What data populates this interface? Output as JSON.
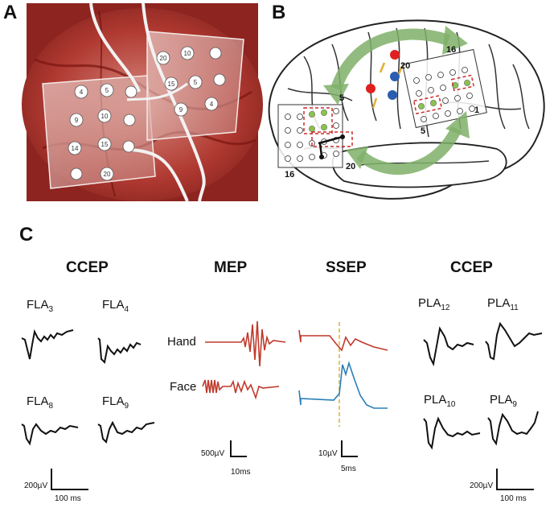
{
  "panels": {
    "a_label": "A",
    "b_label": "B",
    "c_label": "C"
  },
  "photo": {
    "electrode_numbers_left": [
      "4",
      "5",
      "9",
      "10",
      "14",
      "15",
      "20"
    ],
    "electrode_numbers_right": [
      "10",
      "20",
      "15",
      "5",
      "9",
      "4"
    ]
  },
  "brain": {
    "numbers": [
      "16",
      "20",
      "5",
      "1",
      "5",
      "20",
      "16"
    ]
  },
  "ccep_left": {
    "title": "CCEP",
    "labels": [
      {
        "base": "FLA",
        "sub": "3"
      },
      {
        "base": "FLA",
        "sub": "4"
      },
      {
        "base": "FLA",
        "sub": "8"
      },
      {
        "base": "FLA",
        "sub": "9"
      }
    ],
    "scale_amp": "200µV",
    "scale_time": "100 ms"
  },
  "mep": {
    "title": "MEP",
    "hand_label": "Hand",
    "face_label": "Face",
    "scale_amp": "500µV",
    "scale_time": "10ms"
  },
  "ssep": {
    "title": "SSEP",
    "scale_amp": "10µV",
    "scale_time": "5ms"
  },
  "ccep_right": {
    "title": "CCEP",
    "labels": [
      {
        "base": "PLA",
        "sub": "12"
      },
      {
        "base": "PLA",
        "sub": "11"
      },
      {
        "base": "PLA",
        "sub": "10"
      },
      {
        "base": "PLA",
        "sub": "9"
      }
    ],
    "scale_amp": "200µV",
    "scale_time": "100 ms"
  },
  "colors": {
    "mep_trace": "#c0392b",
    "ssep_hand_trace": "#c0392b",
    "ssep_face_trace": "#2a7fb8",
    "marker_line": "#e0b030",
    "arrow_green": "#7fb069",
    "roi_red": "#cc2a2a"
  }
}
